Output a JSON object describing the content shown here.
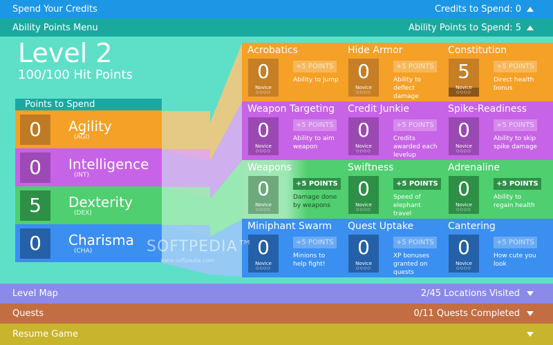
{
  "header": {
    "title": "Spend Your Credits",
    "credits_label": "Credits to Spend: 0",
    "submenu_title": "Ability Points Menu",
    "ability_points_label": "Ability Points to Spend: 5"
  },
  "level": {
    "title": "Level 2",
    "hit_points": "100/100 Hit Points"
  },
  "points_tab_label": "Points to Spend",
  "stats": [
    {
      "value": "0",
      "name": "Agility",
      "abbr": "(AGI)"
    },
    {
      "value": "0",
      "name": "Intelligence",
      "abbr": "(INT)"
    },
    {
      "value": "5",
      "name": "Dexterity",
      "abbr": "(DEX)"
    },
    {
      "value": "0",
      "name": "Charisma",
      "abbr": "(CHA)"
    }
  ],
  "abilities": [
    [
      {
        "title": "Acrobatics",
        "value": "0",
        "rank": "Novice",
        "plus": "+5 POINTS",
        "desc": "Ability to jump"
      },
      {
        "title": "Hide Armor",
        "value": "0",
        "rank": "Novice",
        "plus": "+5 POINTS",
        "desc": "Ability to deflect damage"
      },
      {
        "title": "Constitution",
        "value": "5",
        "rank": "Novice",
        "plus": "+5 POINTS",
        "desc": "Direct health bonus"
      }
    ],
    [
      {
        "title": "Weapon Targeting",
        "value": "0",
        "rank": "Novice",
        "plus": "+5 POINTS",
        "desc": "Ability to aim weapon"
      },
      {
        "title": "Credit Junkie",
        "value": "0",
        "rank": "Novice",
        "plus": "+5 POINTS",
        "desc": "Credits awarded each levelup"
      },
      {
        "title": "Spike-Readiness",
        "value": "0",
        "rank": "Novice",
        "plus": "+5 POINTS",
        "desc": "Ability to skip spike damage"
      }
    ],
    [
      {
        "title": "Weapons",
        "value": "0",
        "rank": "Novice",
        "plus": "+5 POINTS",
        "desc": "Damage done by weapons"
      },
      {
        "title": "Swiftness",
        "value": "0",
        "rank": "Novice",
        "plus": "+5 POINTS",
        "desc": "Speed of elephant travel"
      },
      {
        "title": "Adrenaline",
        "value": "0",
        "rank": "Novice",
        "plus": "+5 POINTS",
        "desc": "Ability to regain health"
      }
    ],
    [
      {
        "title": "Miniphant Swarm",
        "value": "0",
        "rank": "Novice",
        "plus": "+5 POINTS",
        "desc": "Minions to help fight!"
      },
      {
        "title": "Quest Uptake",
        "value": "0",
        "rank": "Novice",
        "plus": "+5 POINTS",
        "desc": "XP bonuses granted on quests"
      },
      {
        "title": "Cantering",
        "value": "0",
        "rank": "Novice",
        "plus": "+5 POINTS",
        "desc": "How cute you look"
      }
    ]
  ],
  "rank_dots": "○○○○",
  "bottom": {
    "level_map": "Level Map",
    "level_map_status": "2/45 Locations Visited",
    "quests": "Quests",
    "quests_status": "0/11 Quests Completed",
    "resume": "Resume Game"
  },
  "watermark": {
    "text": "SOFTPEDIA™",
    "url": "www.softpedia.com"
  },
  "colors": {
    "orange": "#f5a026",
    "purple": "#c763e6",
    "green": "#4fcf6f",
    "blue": "#3b8ff0",
    "teal": "#5ee0c8",
    "header_blue": "#1c97e6",
    "header_teal": "#1aa99f",
    "map": "#8b89ea",
    "quests": "#c26d42",
    "resume": "#c8b42d"
  }
}
